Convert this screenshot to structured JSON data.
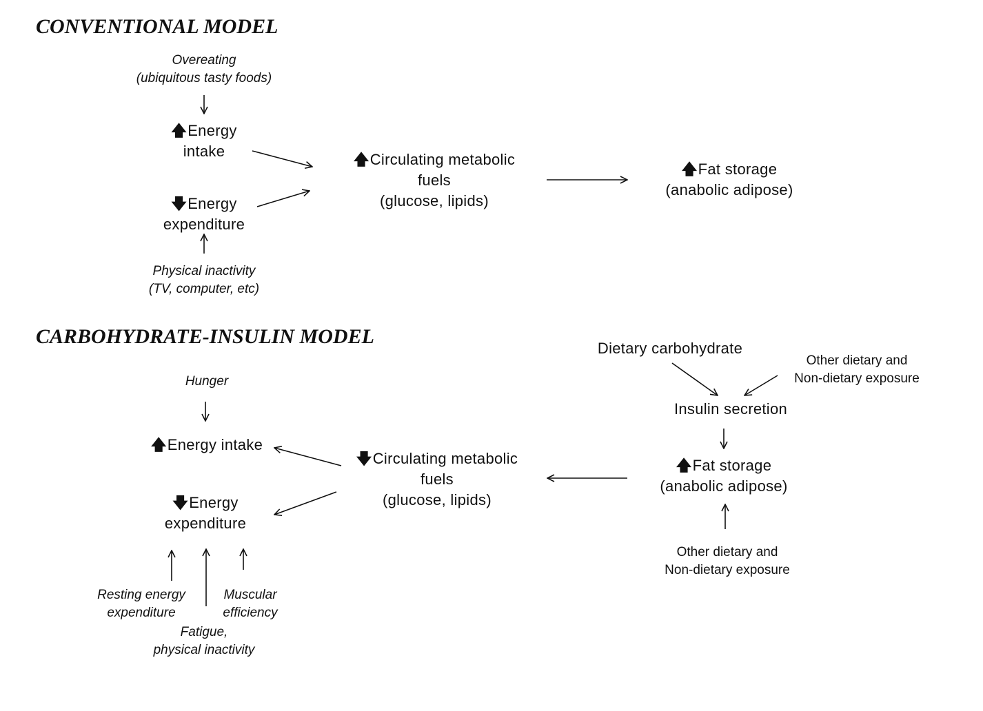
{
  "conventional": {
    "title": "CONVENTIONAL MODEL",
    "overeating": [
      "Overeating",
      "(ubiquitous tasty foods)"
    ],
    "energy_intake": {
      "arrow": "🡅",
      "lines": [
        "Energy",
        "intake"
      ]
    },
    "energy_expenditure": {
      "arrow": "🡇",
      "lines": [
        "Energy",
        "expenditure"
      ]
    },
    "physical_inactivity": [
      "Physical inactivity",
      "(TV, computer, etc)"
    ],
    "circulating_fuels": {
      "arrow": "🡅",
      "lines": [
        "Circulating metabolic",
        "fuels",
        "(glucose, lipids)"
      ]
    },
    "fat_storage": {
      "arrow": "🡅",
      "lines": [
        "Fat storage",
        "(anabolic adipose)"
      ]
    }
  },
  "carbohydrate_insulin": {
    "title": "CARBOHYDRATE-INSULIN MODEL",
    "hunger": "Hunger",
    "energy_intake": {
      "arrow": "🡅",
      "lines": [
        "Energy intake"
      ]
    },
    "energy_expenditure": {
      "arrow": "🡇",
      "lines": [
        "Energy",
        "expenditure"
      ]
    },
    "resting_energy": [
      "Resting energy",
      "expenditure"
    ],
    "fatigue": [
      "Fatigue,",
      "physical inactivity"
    ],
    "muscular_efficiency": [
      "Muscular",
      "efficiency"
    ],
    "circulating_fuels": {
      "arrow": "🡇",
      "lines": [
        "Circulating metabolic",
        "fuels",
        "(glucose, lipids)"
      ]
    },
    "dietary_carbohydrate": "Dietary carbohydrate",
    "other_exposure_top": [
      "Other dietary and",
      "Non-dietary exposure"
    ],
    "insulin_secretion": "Insulin secretion",
    "fat_storage": {
      "arrow": "🡅",
      "lines": [
        "Fat storage",
        "(anabolic adipose)"
      ]
    },
    "other_exposure_bottom": [
      "Other dietary and",
      "Non-dietary exposure"
    ]
  }
}
